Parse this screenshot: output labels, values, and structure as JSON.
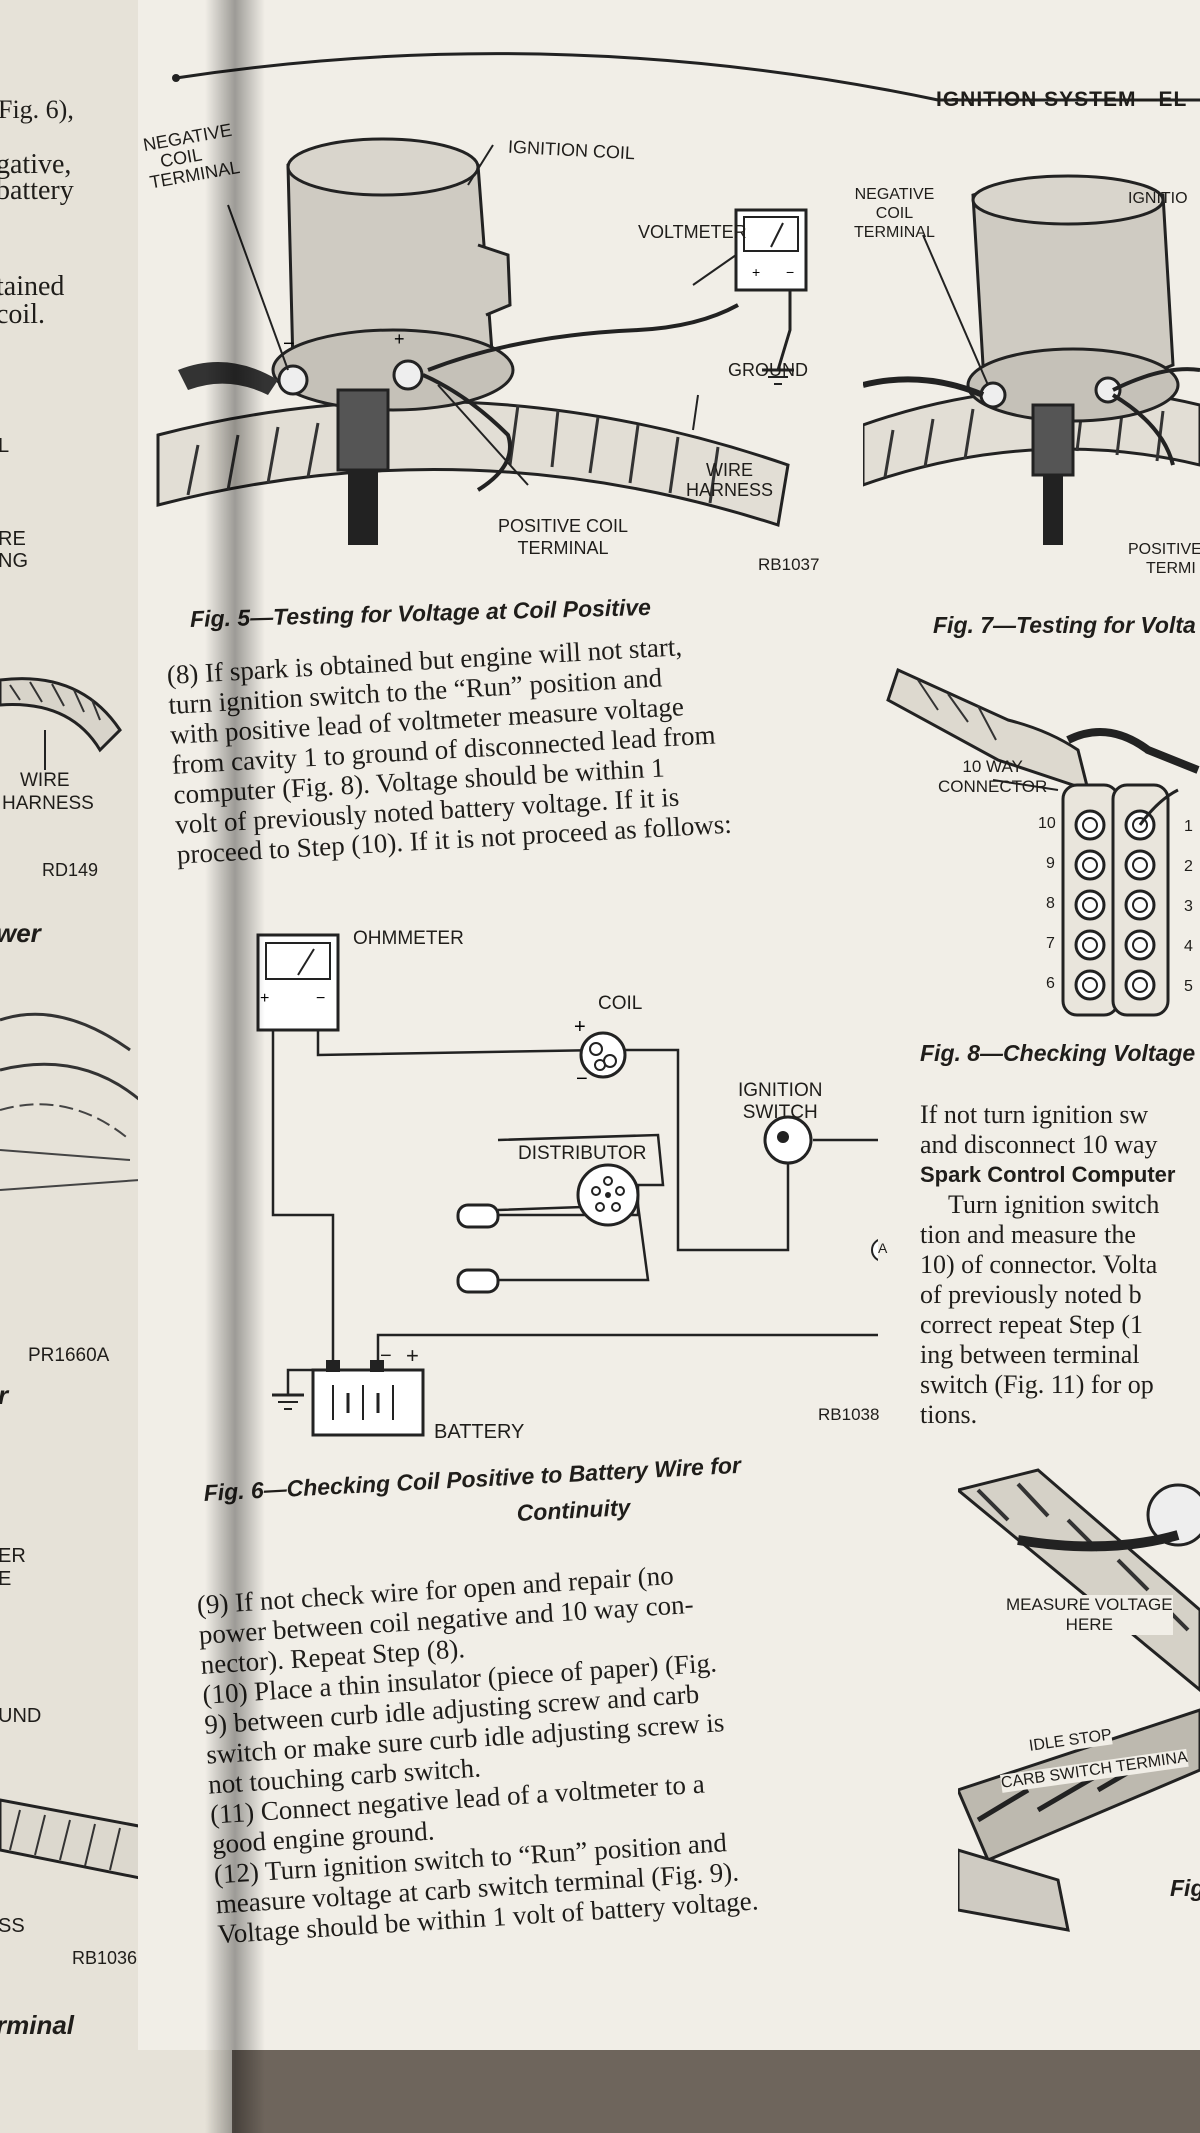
{
  "header": {
    "running_title": "IGNITION SYSTEM—EL"
  },
  "left_page": {
    "lines": [
      "Fig. 6),",
      "gative,",
      "battery",
      "tained",
      "coil.",
      "L",
      "RE",
      "NG"
    ],
    "wire_harness_label": [
      "WIRE",
      "HARNESS"
    ],
    "code_top": "RD149",
    "heading_fragment": "wer",
    "code_mid": "PR1660A",
    "letter_r": "r",
    "er_fragment": [
      "ER",
      "E"
    ],
    "und_fragment": "UND",
    "ss_fragment": "SS",
    "code_bottom": "RB1036",
    "terminal_fragment": "rminal"
  },
  "fig5": {
    "labels": {
      "negative_coil_terminal": [
        "NEGATIVE",
        "COIL",
        "TERMINAL"
      ],
      "ignition_coil": "IGNITION COIL",
      "voltmeter": "VOLTMETER",
      "ground": "GROUND",
      "wire_harness": [
        "WIRE",
        "HARNESS"
      ],
      "positive_coil_terminal": [
        "POSITIVE COIL",
        "TERMINAL"
      ],
      "code": "RB1037"
    },
    "caption": "Fig. 5—Testing for Voltage at Coil Positive"
  },
  "step8": [
    "(8) If spark is obtained but engine will not start,",
    "turn ignition switch to the “Run” position and",
    "with positive lead of voltmeter measure voltage",
    "from cavity 1 to ground of disconnected lead from",
    "computer (Fig. 8). Voltage should be within 1",
    "volt of previously noted battery voltage. If it is",
    "proceed to Step (10). If it is not proceed as follows:"
  ],
  "fig6": {
    "labels": {
      "ohmmeter": "OHMMETER",
      "coil": "COIL",
      "ignition_switch": [
        "IGNITION",
        "SWITCH"
      ],
      "distributor": "DISTRIBUTOR",
      "battery": "BATTERY",
      "minus": "−",
      "plus": "+",
      "point_a": "A",
      "code": "RB1038"
    },
    "caption_line1": "Fig. 6—Checking Coil Positive to Battery Wire for",
    "caption_line2": "Continuity"
  },
  "steps_lower": [
    "(9) If not check wire for open and repair (no",
    "power between coil negative and 10 way con-",
    "nector). Repeat Step (8).",
    "(10) Place a thin insulator (piece of paper) (Fig.",
    "9) between curb idle adjusting screw and carb",
    "switch or make sure curb idle adjusting screw is",
    "not touching carb switch.",
    "(11) Connect negative lead of a voltmeter to a",
    "good engine ground.",
    "(12) Turn ignition switch to “Run” position and",
    "measure voltage at carb switch terminal (Fig. 9).",
    "Voltage should be within 1 volt of battery voltage."
  ],
  "fig7": {
    "labels": {
      "negative_coil_terminal": [
        "NEGATIVE",
        "COIL",
        "TERMINAL"
      ],
      "ignition": "IGNITIO",
      "positive": [
        "POSITIVE",
        "TERMI"
      ]
    },
    "caption": "Fig. 7—Testing for Volta"
  },
  "fig8": {
    "labels": {
      "connector": [
        "10 WAY",
        "CONNECTOR"
      ],
      "left_numbers": [
        "10",
        "9",
        "8",
        "7",
        "6"
      ],
      "right_numbers": [
        "1",
        "2",
        "3",
        "4",
        "5"
      ]
    },
    "caption": "Fig. 8—Checking Voltage"
  },
  "right_column": {
    "lines": [
      "If not turn ignition sw",
      "and disconnect 10 way",
      "Spark Control Computer",
      "Turn ignition switch",
      "tion and measure the",
      "10) of connector. Volta",
      "of previously noted b",
      "correct repeat Step (1",
      "ing between terminal",
      "switch (Fig. 11) for op",
      "tions."
    ]
  },
  "fig9": {
    "labels": {
      "measure_voltage_here": [
        "MEASURE VOLTAGE",
        "HERE"
      ],
      "idle_stop": "IDLE STOP",
      "carb_switch_terminal": "CARB SWITCH TERMINA",
      "fig_fragment": "Fig"
    }
  }
}
